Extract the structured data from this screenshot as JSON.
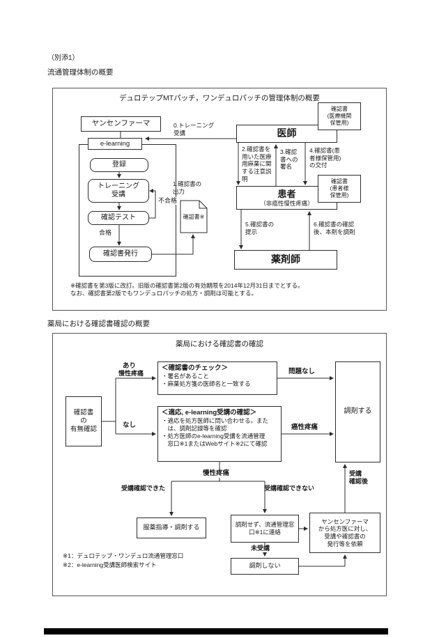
{
  "page": {
    "attachment": "（別添1）",
    "heading1": "流通管理体制の概要",
    "heading2": "薬局における確認書確認の概要"
  },
  "diagram1": {
    "title": "デュロテップMTパッチ，ワンデュロパッチの管理体制の概要",
    "janssen": "ヤンセンファーマ",
    "elearning": "e-learning",
    "register": "登録",
    "training": "トレーニング\n受講",
    "test": "確認テスト",
    "issue": "確認書発行",
    "fail": "不合格",
    "pass": "合格",
    "step0": "0.トレーニング\n受講",
    "step1": "1.確認書の\n出力",
    "doc_note": "確認書※",
    "doctor": "医師",
    "doc_hospital": "確認書\n(医療機関\n保管用)",
    "step2": "2.確認書を\n用いた医療\n用麻薬に関\nする注意説\n明",
    "step3": "3.確認\n書への\n署名",
    "step4": "4.確認書(患\n者様保管用)\nの交付",
    "patient": "患者",
    "patient_sub": "（非癌性慢性疼痛）",
    "doc_patient": "確認書\n(患者様\n保管用)",
    "step5": "5.確認書の\n提示",
    "step6": "6.確認書の確認\n後、本剤を調剤",
    "pharmacist": "薬剤師",
    "footnote": "※確認書を第3版に改訂。旧版の確認書第2版の有効期限を2014年12月31日までとする。\nなお、確認書第2版でもワンデュロパッチの処方・調剤は可能とする。"
  },
  "diagram2": {
    "title": "薬局における確認書の確認",
    "presence": "確認書\nの\n有無確認",
    "yes": "あり",
    "chronic_top": "慢性疼痛",
    "no": "なし",
    "check_title": "＜確認書のチェック＞",
    "check_item1": "・署名があること",
    "check_item2": "・麻薬処方箋の医師名と一致する",
    "no_problem": "問題なし",
    "dispense": "調剤する",
    "adapt_title": "＜適応, e-learning受講の確認＞",
    "adapt_item1": "・適応を処方医師に問い合わせる。また\n　は、調剤記録等を確認",
    "adapt_item2": "・処方医師のe-learning受講を流通管理\n　窓口※1またはWebサイト※2にて確認",
    "cancer_pain": "癌性疼痛",
    "chronic_bottom": "慢性疼痛",
    "confirmed": "受講確認できた",
    "not_confirmed": "受講確認できない",
    "guidance": "服薬指導・調剤する",
    "no_dispense_contact": "調剤せず、流通管理窓\n口※1に連絡",
    "not_attended": "未受講",
    "not_dispense": "調剤しない",
    "janssen_request": "ヤンセンファーマ\nから処方医に対し、\n受講や確認書の\n発行等を依頼",
    "after_confirm": "受講\n確認後",
    "footnote1": "※1：デュロテップ・ワンデュロ流通管理窓口",
    "footnote2": "※2：e-learning受講医師検索サイト"
  }
}
